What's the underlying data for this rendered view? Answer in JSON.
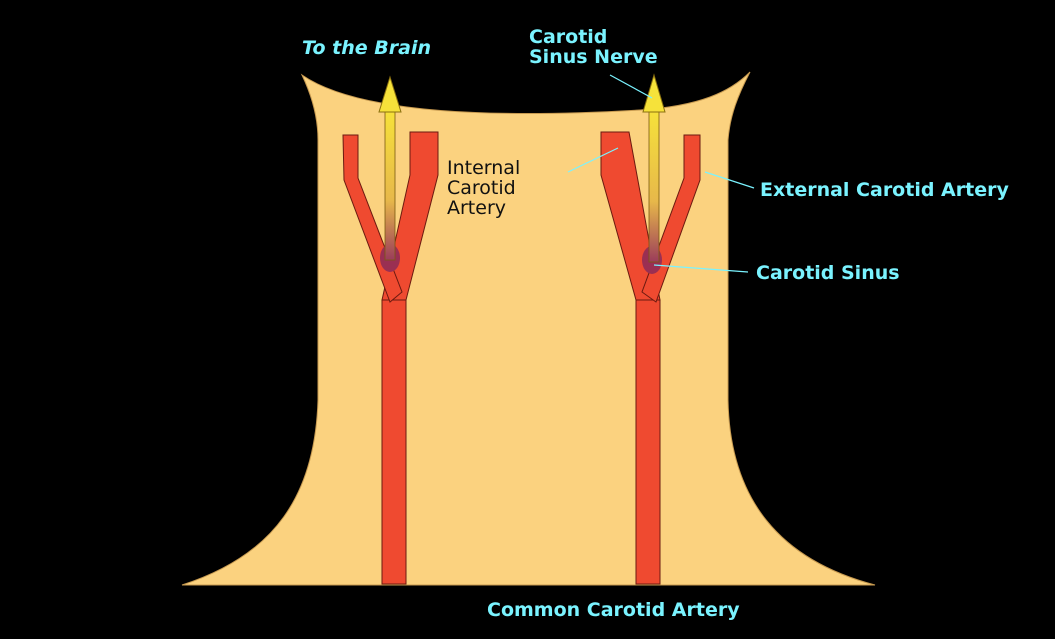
{
  "labels": {
    "to_brain": "To the Brain",
    "sinus_nerve_line1": "Carotid",
    "sinus_nerve_line2": "Sinus Nerve",
    "internal_line1": "Internal",
    "internal_line2": "Carotid",
    "internal_line3": "Artery",
    "external": "External Carotid Artery",
    "carotid_sinus": "Carotid Sinus",
    "common": "Common Carotid Artery"
  },
  "colors": {
    "background": "#000000",
    "neck": "#fbd27f",
    "artery": "#ef4a30",
    "sinus": "#9a2f52",
    "nerve_arrow": "#f4de38",
    "label": "#7af3ff",
    "dark_label": "#111111"
  }
}
